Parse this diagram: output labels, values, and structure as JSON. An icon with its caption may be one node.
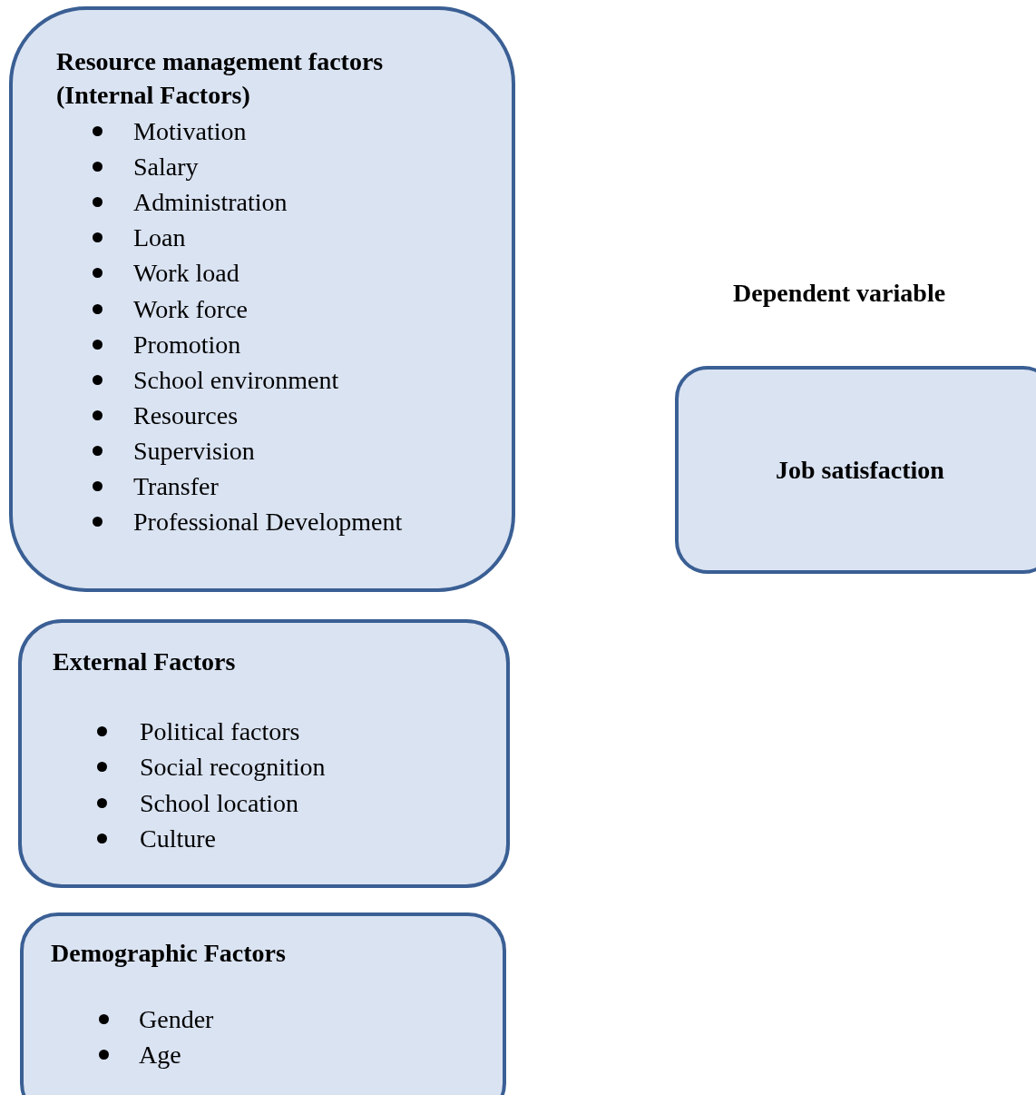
{
  "diagram": {
    "nodes": [
      {
        "text": [
          "Resource management factors (Internal Factors)",
          "Motivation",
          "Salary",
          "Administration",
          "Loan",
          "Work load",
          "Work force",
          "Promotion",
          "School environment",
          "Resources",
          "Supervision",
          "Transfer",
          "Professional Development"
        ]
      },
      {
        "text": [
          "External Factors",
          "Political factors",
          "Social recognition",
          "School location",
          "Culture"
        ]
      },
      {
        "text": [
          "Demographic Factors",
          "Gender",
          "Age"
        ]
      },
      {
        "text": [
          "Job satisfaction"
        ],
        "beside": [
          "Dependent variable"
        ]
      }
    ]
  }
}
